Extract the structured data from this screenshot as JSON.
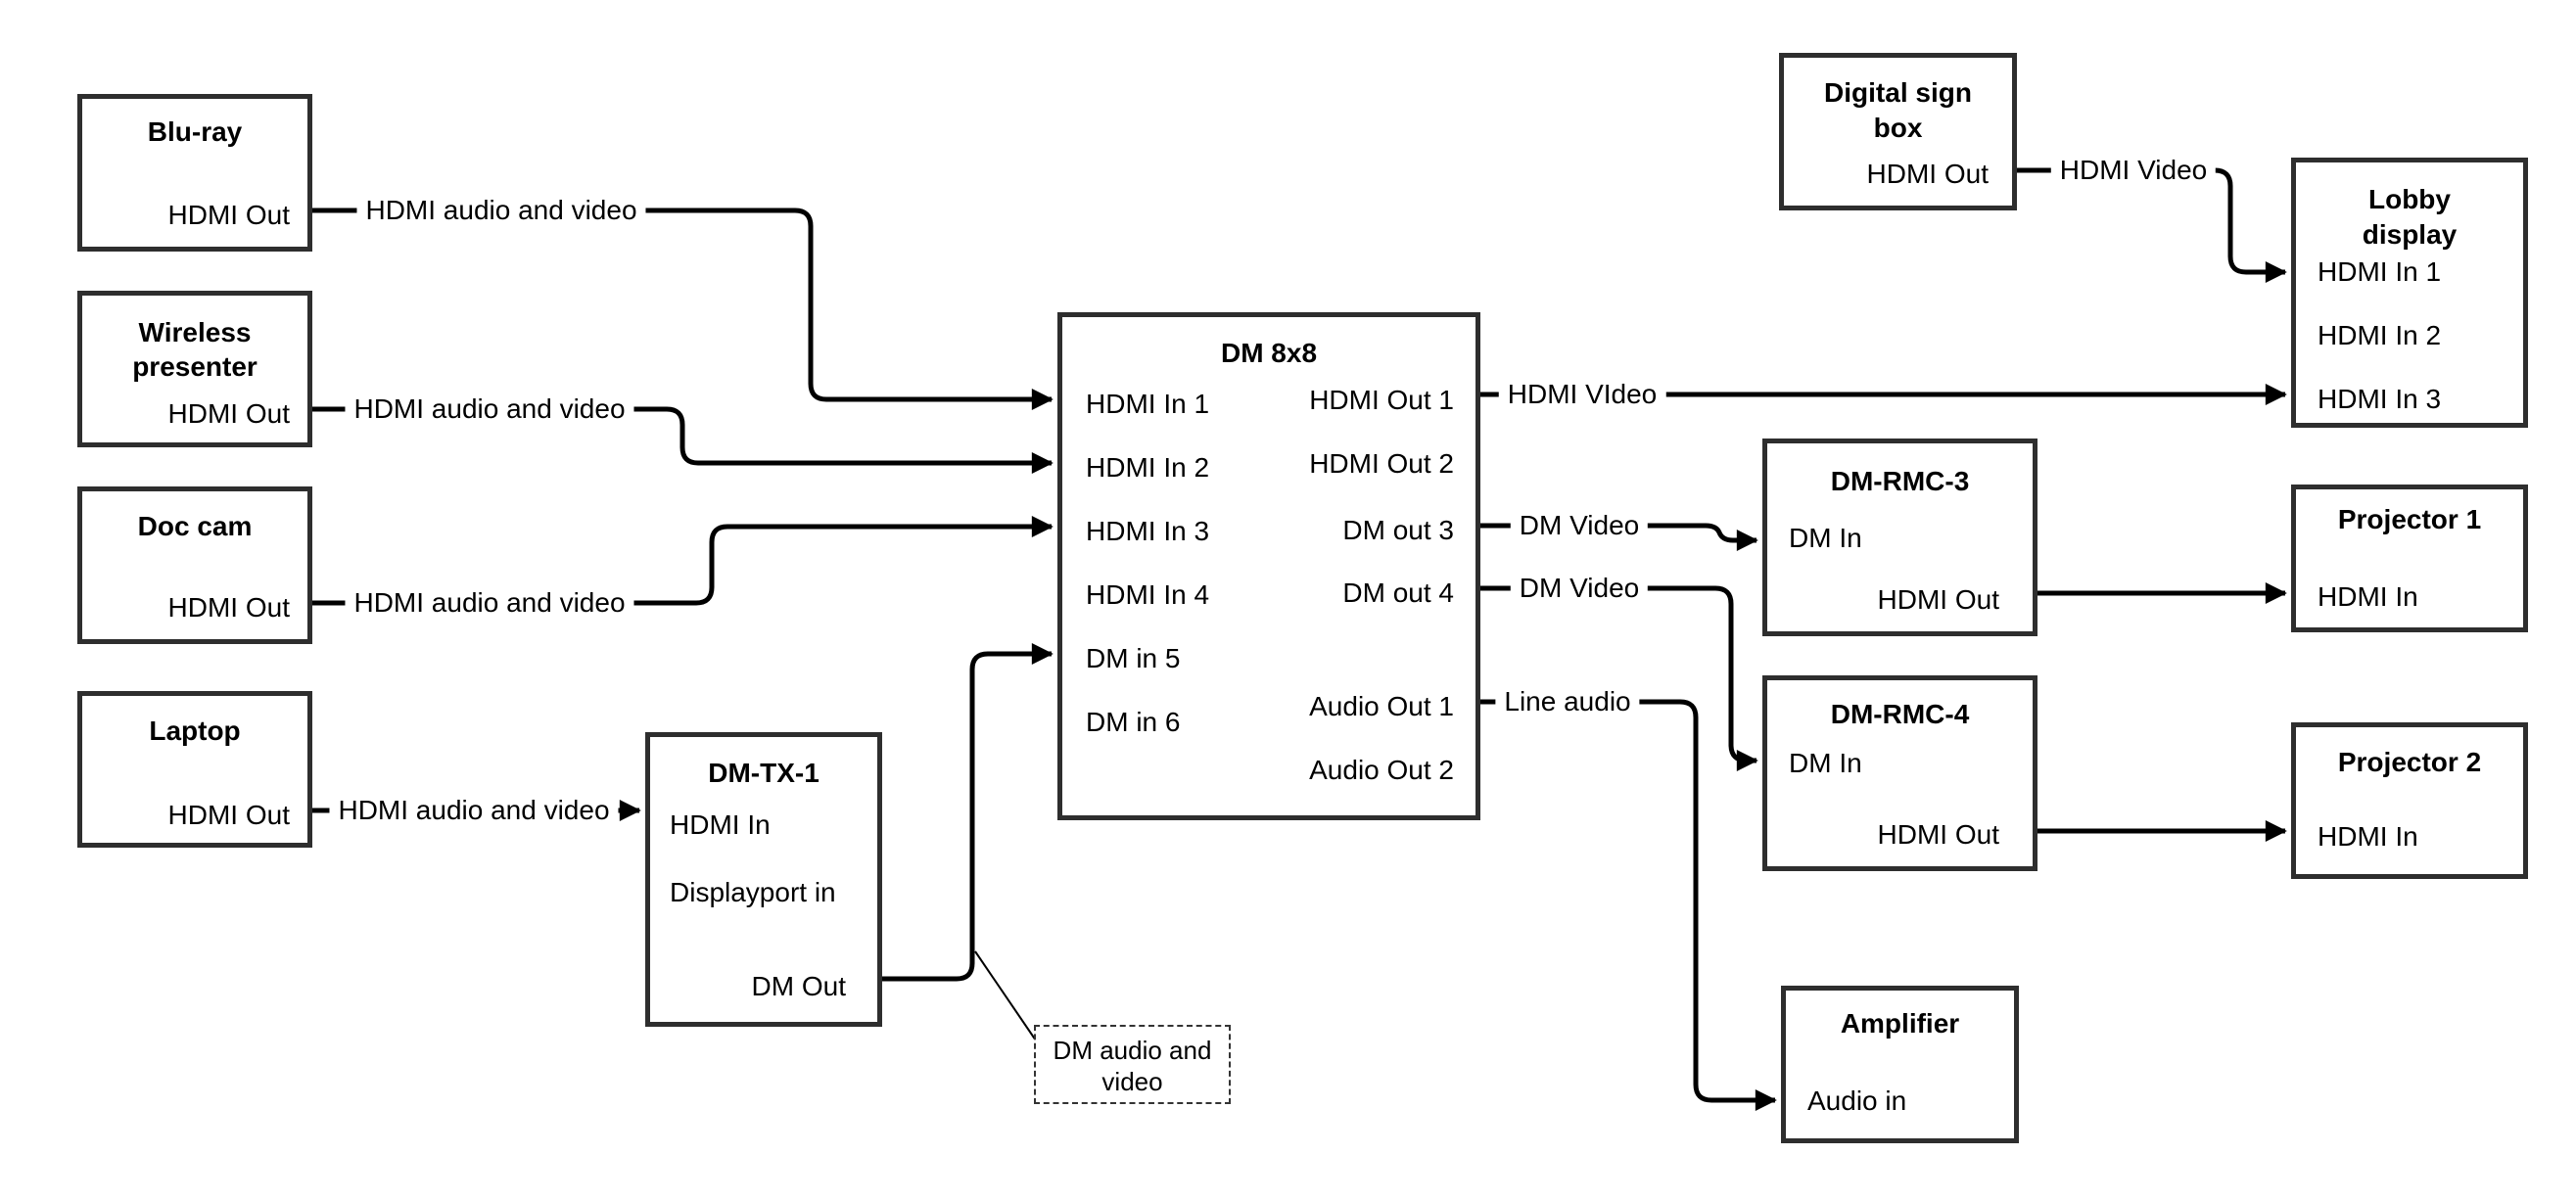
{
  "colors": {
    "background": "#ffffff",
    "cable": "#000000",
    "box_border": "#2e2e2e",
    "text": "#000000"
  },
  "boxes": {
    "bluray": {
      "title": "Blu-ray",
      "hdmi_out": "HDMI Out"
    },
    "wireless": {
      "title_line1": "Wireless",
      "title_line2": "presenter",
      "hdmi_out": "HDMI Out"
    },
    "doccam": {
      "title": "Doc cam",
      "hdmi_out": "HDMI Out"
    },
    "laptop": {
      "title": "Laptop",
      "hdmi_out": "HDMI Out"
    },
    "dmtx1": {
      "title": "DM-TX-1",
      "hdmi_in": "HDMI In",
      "displayport_in": "Displayport in",
      "dm_out": "DM Out"
    },
    "dm8x8": {
      "title": "DM 8x8",
      "in1": "HDMI In 1",
      "in2": "HDMI In 2",
      "in3": "HDMI In 3",
      "in4": "HDMI In 4",
      "in5": "DM in 5",
      "in6": "DM in 6",
      "out1": "HDMI Out 1",
      "out2": "HDMI Out 2",
      "out3": "DM out 3",
      "out4": "DM out 4",
      "audio_out1": "Audio Out 1",
      "audio_out2": "Audio Out 2"
    },
    "digital_sign": {
      "title_line1": "Digital sign",
      "title_line2": "box",
      "hdmi_out": "HDMI Out"
    },
    "lobby": {
      "title_line1": "Lobby",
      "title_line2": "display",
      "in1": "HDMI In 1",
      "in2": "HDMI In 2",
      "in3": "HDMI In 3"
    },
    "dmrmc3": {
      "title": "DM-RMC-3",
      "dm_in": "DM In",
      "hdmi_out": "HDMI Out"
    },
    "proj1": {
      "title": "Projector 1",
      "hdmi_in": "HDMI In"
    },
    "dmrmc4": {
      "title": "DM-RMC-4",
      "dm_in": "DM In",
      "hdmi_out": "HDMI Out"
    },
    "proj2": {
      "title": "Projector 2",
      "hdmi_in": "HDMI In"
    },
    "amplifier": {
      "title": "Amplifier",
      "audio_in": "Audio in"
    }
  },
  "cable_labels": {
    "bluray_dm8x8": "HDMI audio and video",
    "wireless_dm8x8": "HDMI audio and video",
    "doccam_dm8x8": "HDMI audio and video",
    "laptop_dmtx1": "HDMI audio and video",
    "dm8x8_lobby": "HDMI VIdeo",
    "dm8x8_rmc3": "DM Video",
    "dm8x8_rmc4": "DM Video",
    "dm8x8_amp": "Line audio",
    "sign_lobby": "HDMI Video"
  },
  "note": {
    "line1": "DM audio and",
    "line2": "video"
  }
}
